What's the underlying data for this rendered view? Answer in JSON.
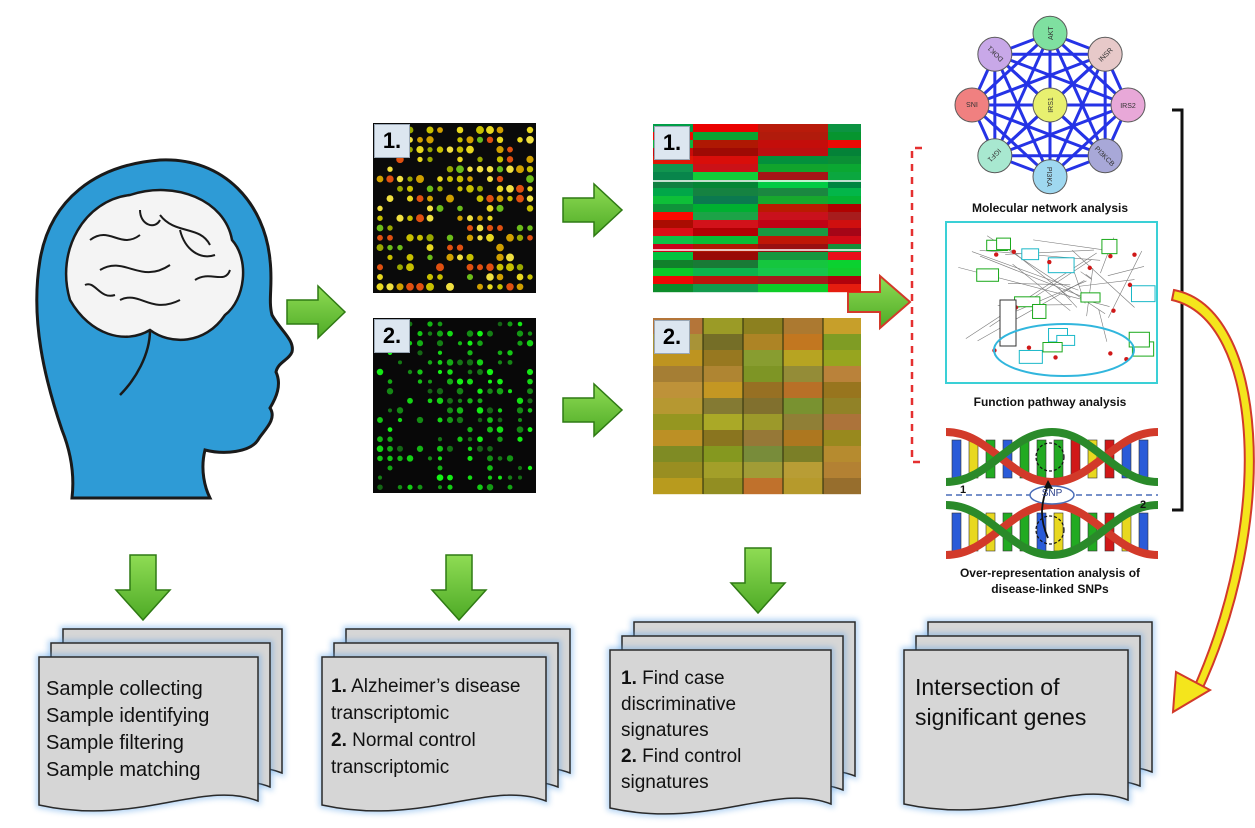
{
  "colors": {
    "arrow_green": "#6cc038",
    "arrow_green_dark": "#3e8a1a",
    "head_blue": "#2e9bd6",
    "doc_fill": "#d6d6d6",
    "doc_glow": "#5aa0e6",
    "dashed_red": "#e53030",
    "bracket": "#111111",
    "curve_yellow": "#f4e51c",
    "curve_red": "#d23a2a",
    "network_edge": "#2533e6"
  },
  "icons": {
    "head": "head-with-brain-icon",
    "arrow": "block-arrow-icon"
  },
  "microarray": {
    "badge_1": "1.",
    "badge_2": "2."
  },
  "heatmap": {
    "badge_1": "1.",
    "badge_2": "2."
  },
  "network": {
    "nodes": [
      "AKT",
      "INSR",
      "IRS2",
      "PI3KCB",
      "PI3KA",
      "IGF1",
      "INS",
      "DOK1",
      "IRS1"
    ]
  },
  "analyses": {
    "network_caption": "Molecular network analysis",
    "pathway_caption": "Function pathway analysis",
    "snp_caption_line1": "Over-representation analysis of",
    "snp_caption_line2": "disease-linked SNPs",
    "snp_label": "SNP",
    "snp_strand_left": "1",
    "snp_strand_right": "2"
  },
  "docs": {
    "doc1": [
      "Sample collecting",
      "Sample identifying",
      "Sample filtering",
      "Sample matching"
    ],
    "doc2": {
      "n1": "1.",
      "t1": "Alzheimer’s disease",
      "t1b": "transcriptomic",
      "n2": "2.",
      "t2": "Normal control",
      "t2b": "transcriptomic"
    },
    "doc3": {
      "n1": "1.",
      "t1": "Find case",
      "t1b": "discriminative",
      "t1c": "signatures",
      "n2": "2.",
      "t2": "Find control",
      "t2b": "signatures"
    },
    "doc4": [
      "Intersection of",
      "significant genes"
    ]
  }
}
